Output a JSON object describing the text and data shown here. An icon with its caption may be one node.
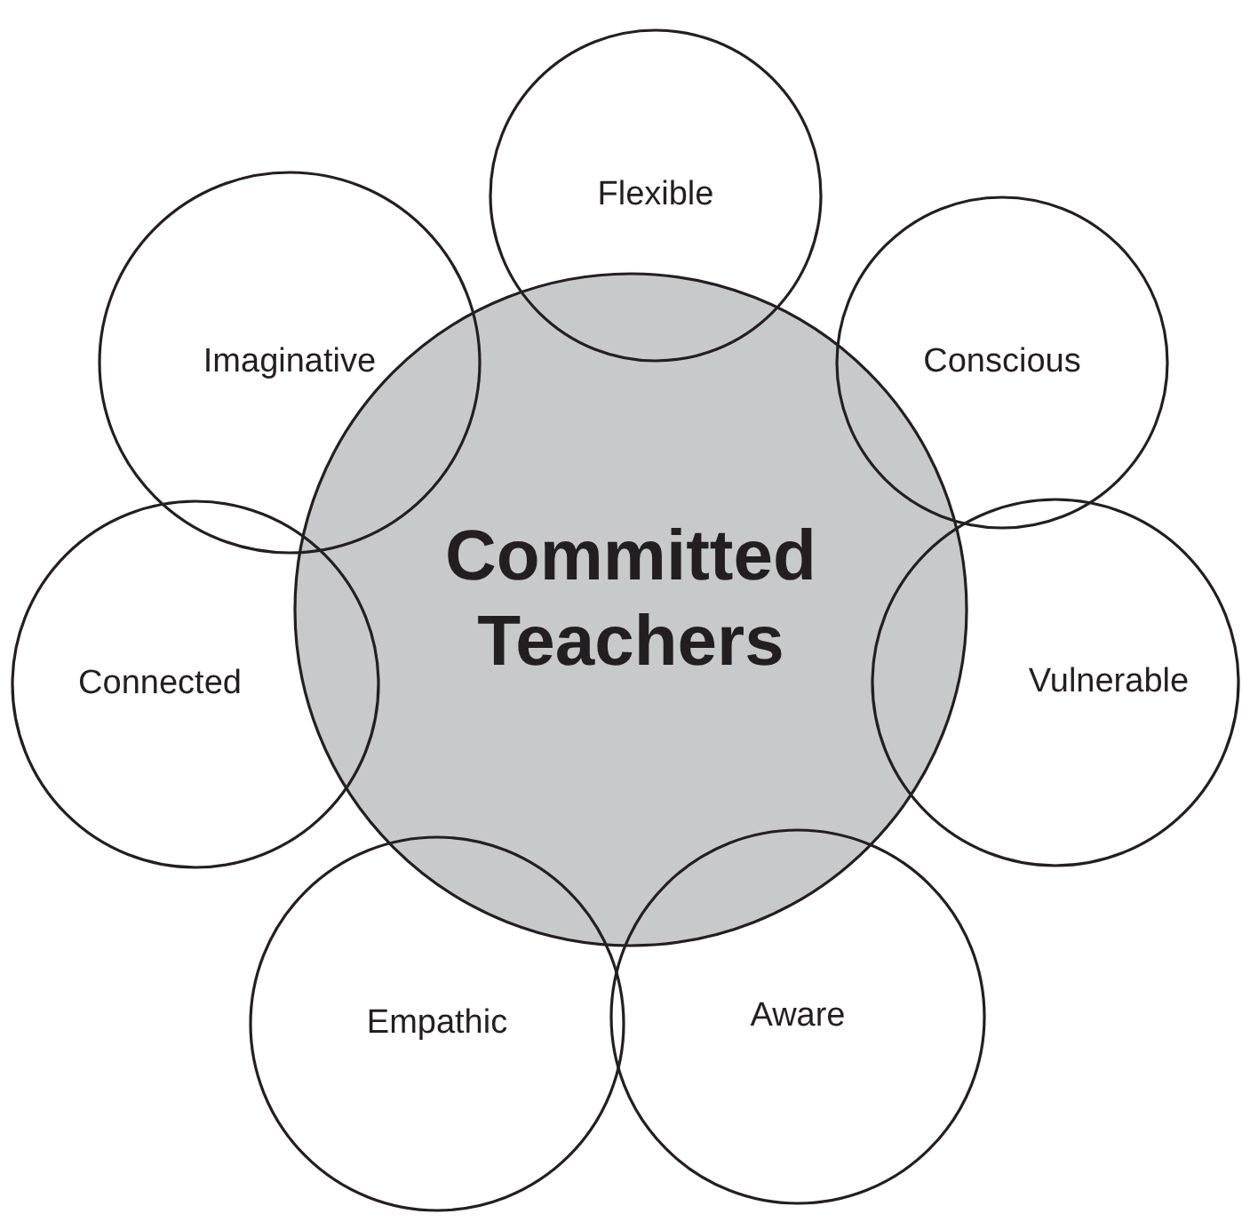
{
  "diagram": {
    "nodes": [
      {
        "text": [
          "Committed Teachers"
        ]
      },
      {
        "text": [
          "Flexible"
        ]
      },
      {
        "text": [
          "Conscious"
        ]
      },
      {
        "text": [
          "Vulnerable"
        ]
      },
      {
        "text": [
          "Aware"
        ]
      },
      {
        "text": [
          "Empathic"
        ]
      },
      {
        "text": [
          "Connected"
        ]
      },
      {
        "text": [
          "Imaginative"
        ]
      }
    ],
    "edges": []
  }
}
